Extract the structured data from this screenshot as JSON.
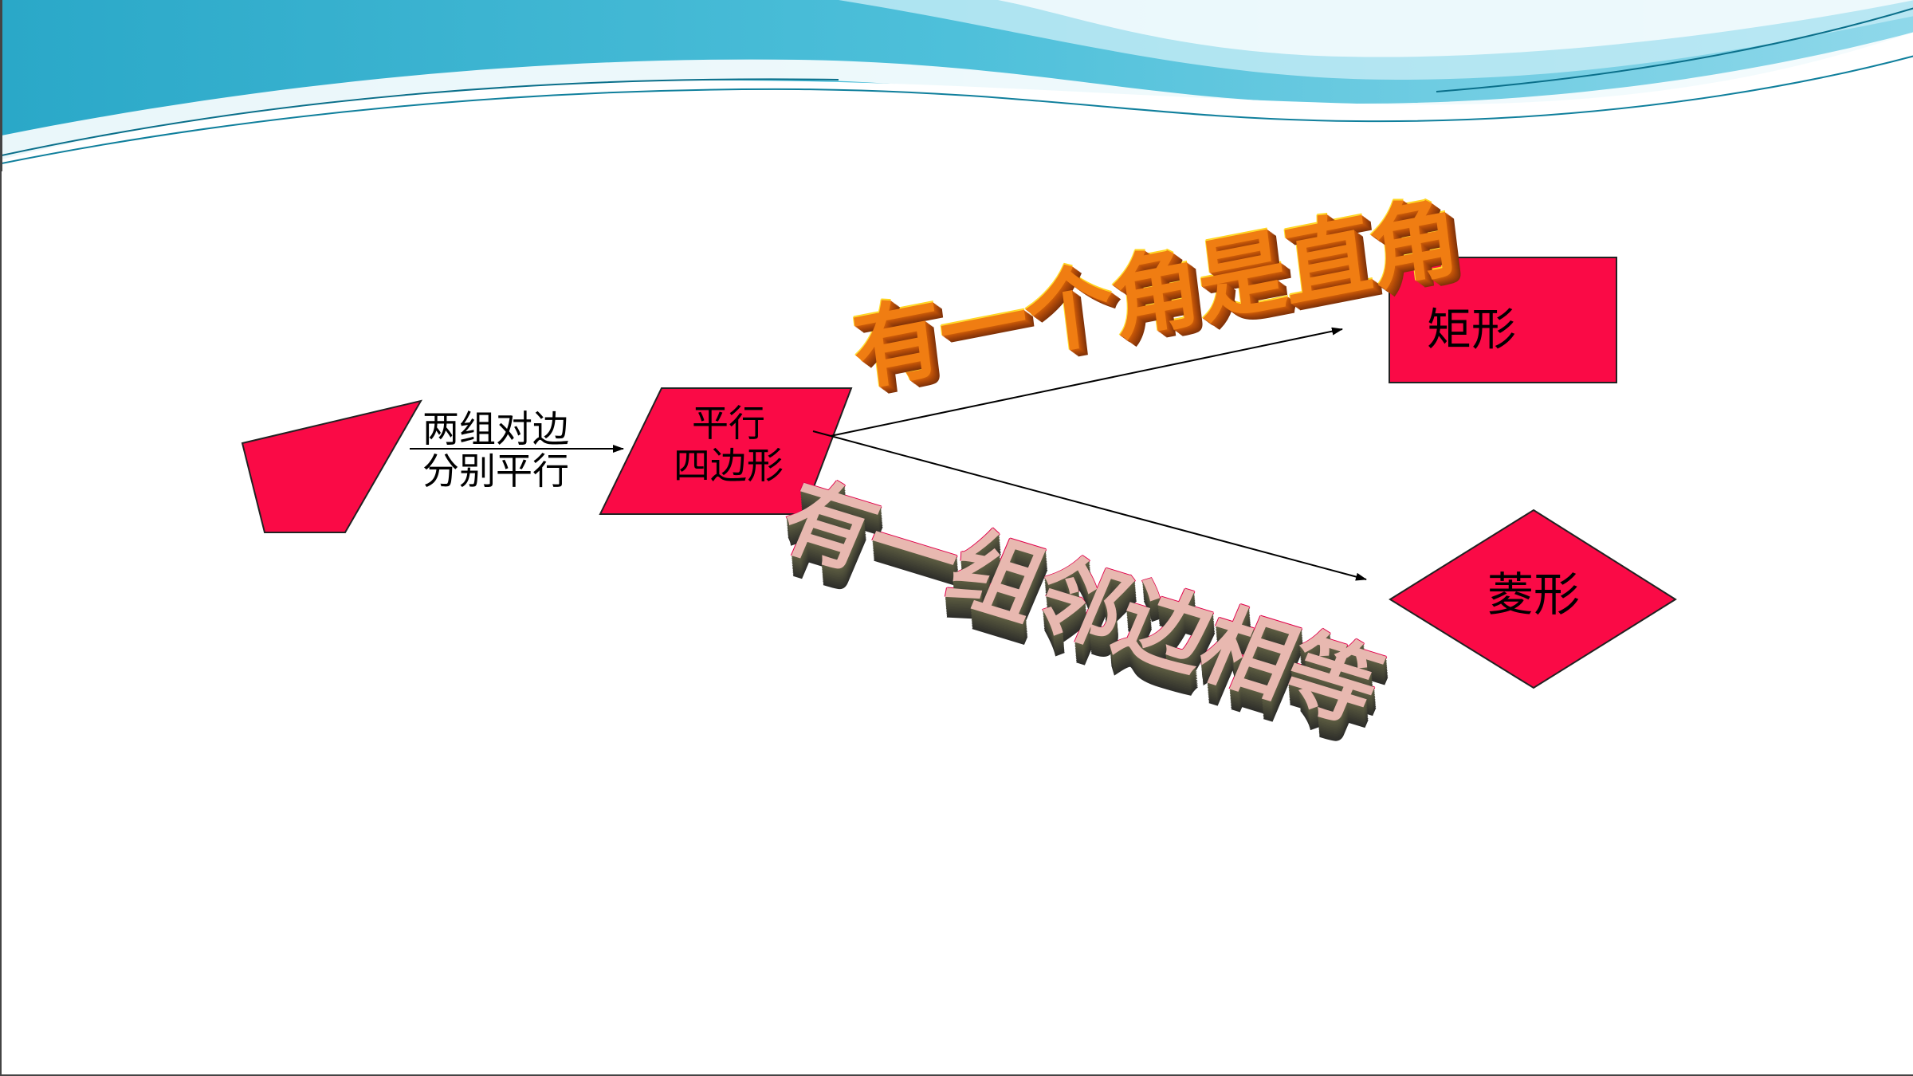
{
  "colors": {
    "shape_fill": "#fa0a46",
    "wave_dark": "#1fa6c7",
    "wave_light": "#a9e4f0",
    "wordart_top": "#f07d12",
    "wordart_bottom": "#4e4e3a"
  },
  "diagram": {
    "start_condition": {
      "line1": "两组对边",
      "line2": "分别平行"
    },
    "parallelogram": {
      "line1": "平行",
      "line2": "四边形"
    },
    "branch_rect": {
      "condition": "有一个角是直角",
      "result": "矩形"
    },
    "branch_rhombus": {
      "condition": "有一组邻边相等",
      "result": "菱形"
    }
  }
}
